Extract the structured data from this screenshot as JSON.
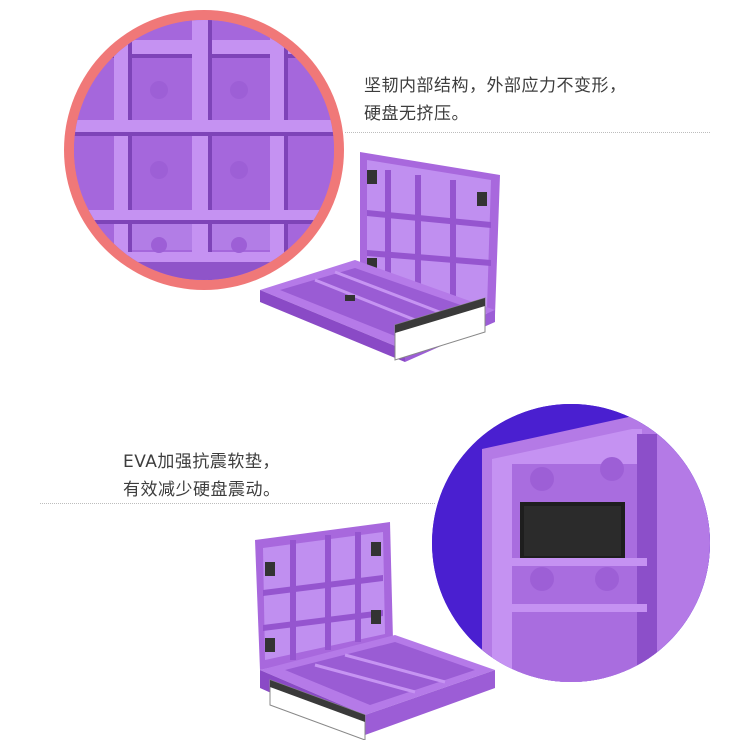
{
  "section1": {
    "caption_line1": "坚韧内部结构，外部应力不变形，",
    "caption_line2": "硬盘无挤压。"
  },
  "section2": {
    "caption_line1": "EVA加强抗震软垫，",
    "caption_line2": "有效减少硬盘震动。"
  },
  "colors": {
    "product_purple": "#a064d6",
    "product_purple_dark": "#7b3fb4",
    "product_purple_light": "#c08ff0",
    "zoom1_ring": "#f07878",
    "zoom2_background": "#4a1fd0",
    "rule": "#bdbdbd",
    "text": "#3d3d3d"
  }
}
